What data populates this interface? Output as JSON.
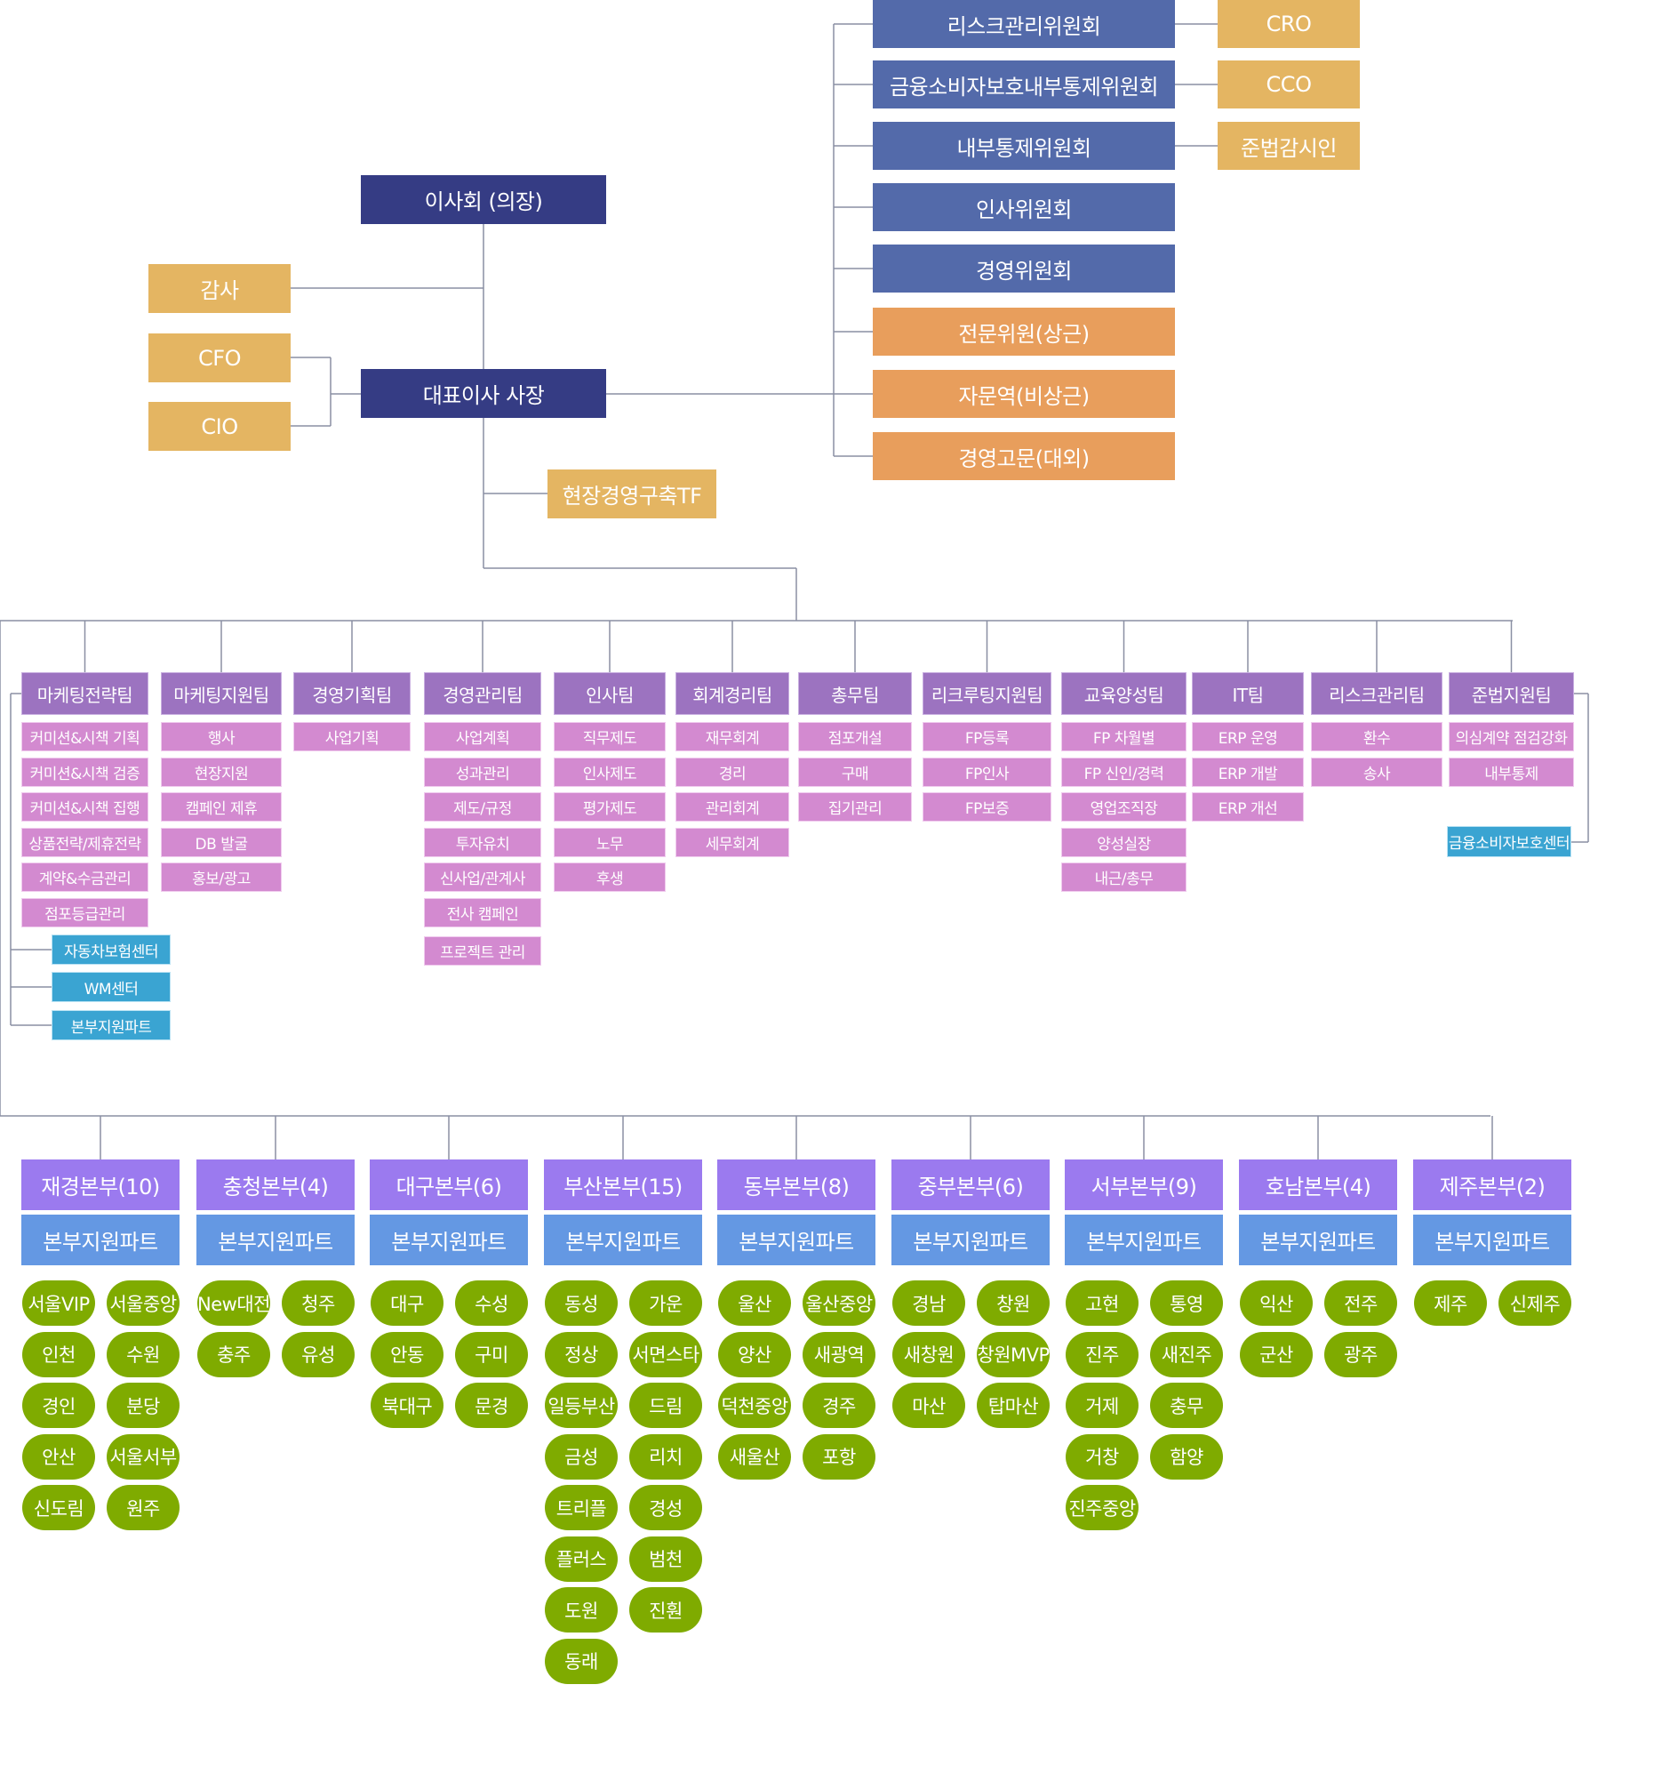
{
  "colors": {
    "board": "#353c84",
    "committee": "#536aaa",
    "advisor": "#e89e5c",
    "officer": "#e4b562",
    "team": "#9c73c0",
    "team_task": "#d38ad0",
    "center": "#3aa4d2",
    "headquarters": "#9b7aef",
    "support_part": "#6498e3",
    "branch": "#7fab00",
    "connector": "#8a8fa3"
  },
  "top": {
    "board": "이사회 (의장)",
    "ceo": "대표이사 사장",
    "audit": "감사",
    "cfo": "CFO",
    "cio": "CIO",
    "tf": "현장경영구축TF"
  },
  "committees": [
    {
      "label": "리스크관리위원회",
      "type": "committee",
      "officer": "CRO"
    },
    {
      "label": "금융소비자보호내부통제위원회",
      "type": "committee",
      "officer": "CCO"
    },
    {
      "label": "내부통제위원회",
      "type": "committee",
      "officer": "준법감시인"
    },
    {
      "label": "인사위원회",
      "type": "committee"
    },
    {
      "label": "경영위원회",
      "type": "committee"
    },
    {
      "label": "전문위원(상근)",
      "type": "advisor"
    },
    {
      "label": "자문역(비상근)",
      "type": "advisor"
    },
    {
      "label": "경영고문(대외)",
      "type": "advisor"
    }
  ],
  "teams": [
    {
      "name": "마케팅전략팀",
      "tasks": [
        "커미션&시책 기획",
        "커미션&시책 검증",
        "커미션&시책 집행",
        "상품전략/제휴전략",
        "계약&수금관리",
        "점포등급관리"
      ],
      "centers": [
        "자동차보험센터",
        "WM센터",
        "본부지원파트"
      ]
    },
    {
      "name": "마케팅지원팀",
      "tasks": [
        "행사",
        "현장지원",
        "캠페인 제휴",
        "DB 발굴",
        "홍보/광고"
      ]
    },
    {
      "name": "경영기획팀",
      "tasks": [
        "사업기획"
      ]
    },
    {
      "name": "경영관리팀",
      "tasks": [
        "사업계획",
        "성과관리",
        "제도/규정",
        "투자유치",
        "신사업/관계사",
        "전사 캠페인",
        "프로젝트 관리"
      ]
    },
    {
      "name": "인사팀",
      "tasks": [
        "직무제도",
        "인사제도",
        "평가제도",
        "노무",
        "후생"
      ]
    },
    {
      "name": "회계경리팀",
      "tasks": [
        "재무회계",
        "경리",
        "관리회계",
        "세무회계"
      ]
    },
    {
      "name": "총무팀",
      "tasks": [
        "점포개설",
        "구매",
        "집기관리"
      ]
    },
    {
      "name": "리크루팅지원팀",
      "tasks": [
        "FP등록",
        "FP인사",
        "FP보증"
      ]
    },
    {
      "name": "교육양성팀",
      "tasks": [
        "FP 차월별",
        "FP 신인/경력",
        "영업조직장",
        "양성실장",
        "내근/총무"
      ]
    },
    {
      "name": "IT팀",
      "tasks": [
        "ERP 운영",
        "ERP 개발",
        "ERP 개선"
      ]
    },
    {
      "name": "리스크관리팀",
      "tasks": [
        "환수",
        "송사"
      ]
    },
    {
      "name": "준법지원팀",
      "tasks": [
        "의심계약 점검강화",
        "내부통제"
      ],
      "centers": [
        "금융소비자보호센터"
      ]
    }
  ],
  "headquarters": [
    {
      "name": "재경본부(10)",
      "part": "본부지원파트",
      "branches": [
        "서울VIP",
        "서울중앙",
        "인천",
        "수원",
        "경인",
        "분당",
        "안산",
        "서울서부",
        "신도림",
        "원주"
      ]
    },
    {
      "name": "충청본부(4)",
      "part": "본부지원파트",
      "branches": [
        "New대전",
        "청주",
        "충주",
        "유성"
      ]
    },
    {
      "name": "대구본부(6)",
      "part": "본부지원파트",
      "branches": [
        "대구",
        "수성",
        "안동",
        "구미",
        "북대구",
        "문경"
      ]
    },
    {
      "name": "부산본부(15)",
      "part": "본부지원파트",
      "branches": [
        "동성",
        "가운",
        "정상",
        "서면스타",
        "일등부산",
        "드림",
        "금성",
        "리치",
        "트리플",
        "경성",
        "플러스",
        "범천",
        "도원",
        "진훤",
        "동래"
      ]
    },
    {
      "name": "동부본부(8)",
      "part": "본부지원파트",
      "branches": [
        "울산",
        "울산중앙",
        "양산",
        "새광역",
        "덕천중앙",
        "경주",
        "새울산",
        "포항"
      ]
    },
    {
      "name": "중부본부(6)",
      "part": "본부지원파트",
      "branches": [
        "경남",
        "창원",
        "새창원",
        "창원MVP",
        "마산",
        "탑마산"
      ]
    },
    {
      "name": "서부본부(9)",
      "part": "본부지원파트",
      "branches": [
        "고현",
        "통영",
        "진주",
        "새진주",
        "거제",
        "충무",
        "거창",
        "함양",
        "진주중앙"
      ]
    },
    {
      "name": "호남본부(4)",
      "part": "본부지원파트",
      "branches": [
        "익산",
        "전주",
        "군산",
        "광주"
      ]
    },
    {
      "name": "제주본부(2)",
      "part": "본부지원파트",
      "branches": [
        "제주",
        "신제주"
      ]
    }
  ]
}
